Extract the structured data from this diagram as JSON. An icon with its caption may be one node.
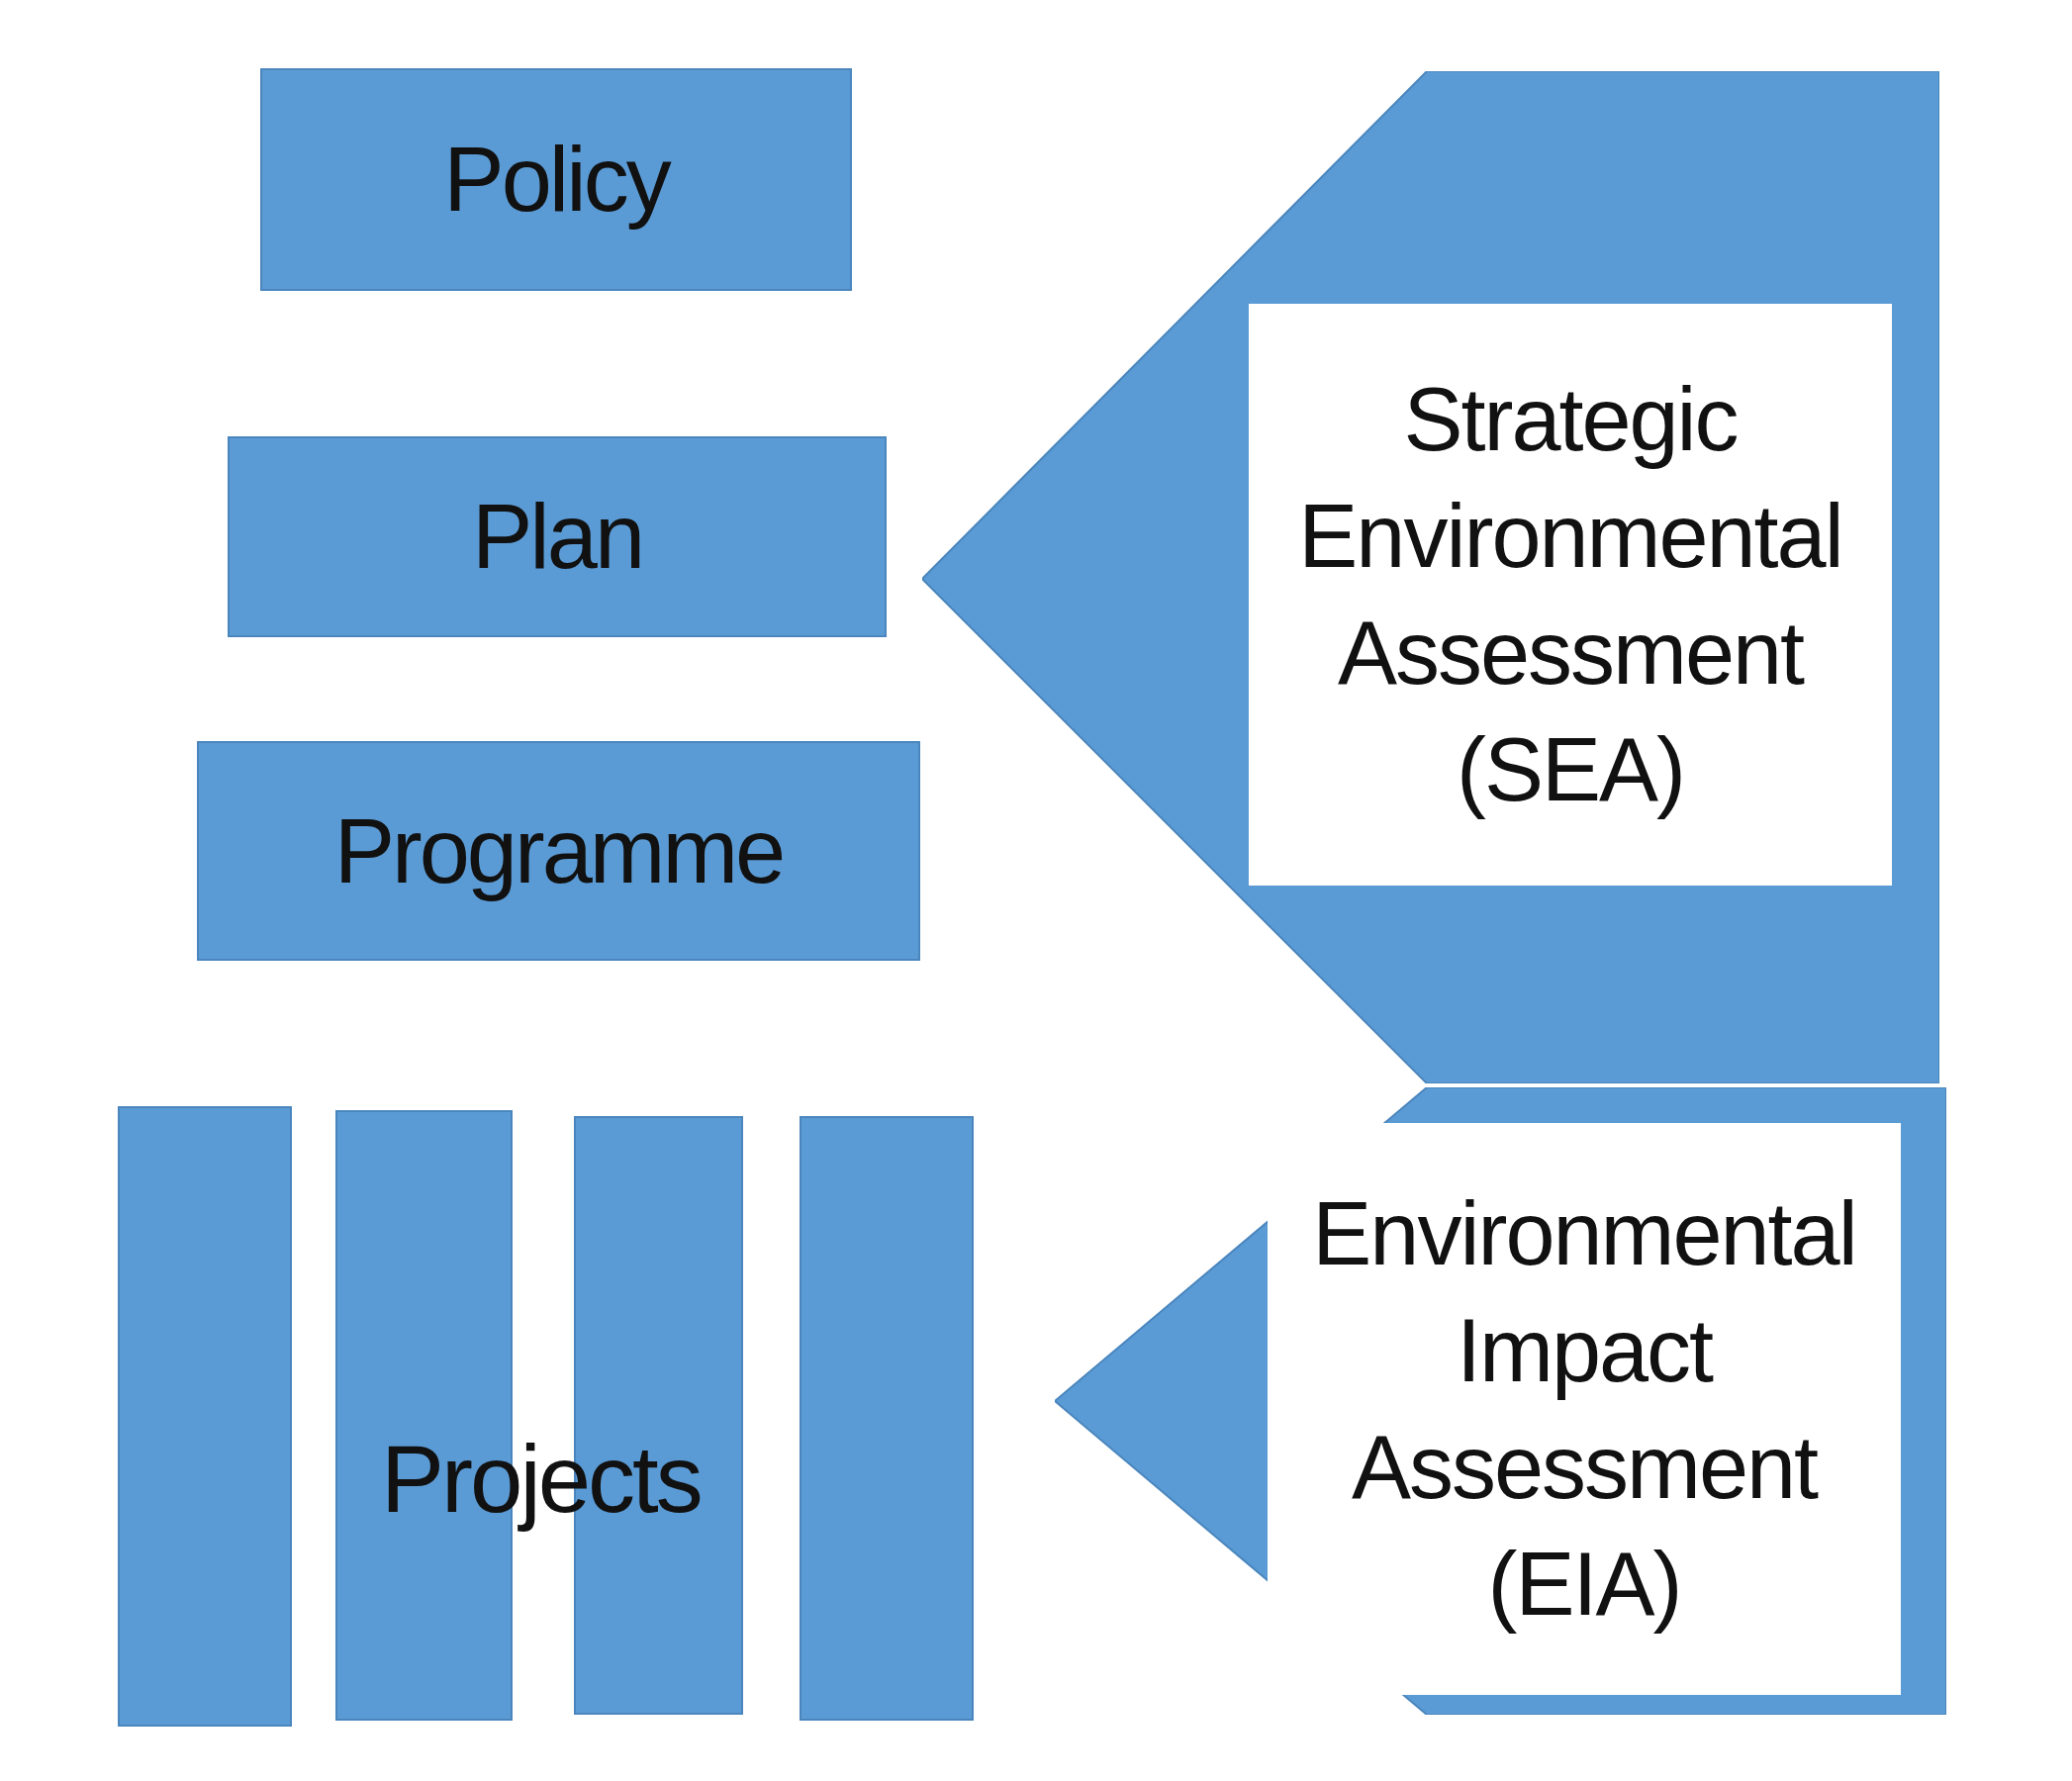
{
  "diagram": {
    "nodes": [
      {
        "text": [
          "Policy"
        ]
      },
      {
        "text": [
          "Plan"
        ]
      },
      {
        "text": [
          "Programme"
        ]
      },
      {
        "text": [],
        "shape": "bar"
      },
      {
        "text": [],
        "shape": "bar"
      },
      {
        "text": [],
        "shape": "bar"
      },
      {
        "text": [],
        "shape": "bar"
      },
      {
        "text": [
          "Strategic Environmental Assessment (SEA)"
        ]
      },
      {
        "text": [
          "Environmental Impact Assessment (EIA)"
        ]
      }
    ],
    "edges": [],
    "labels": [
      "Projects"
    ]
  }
}
